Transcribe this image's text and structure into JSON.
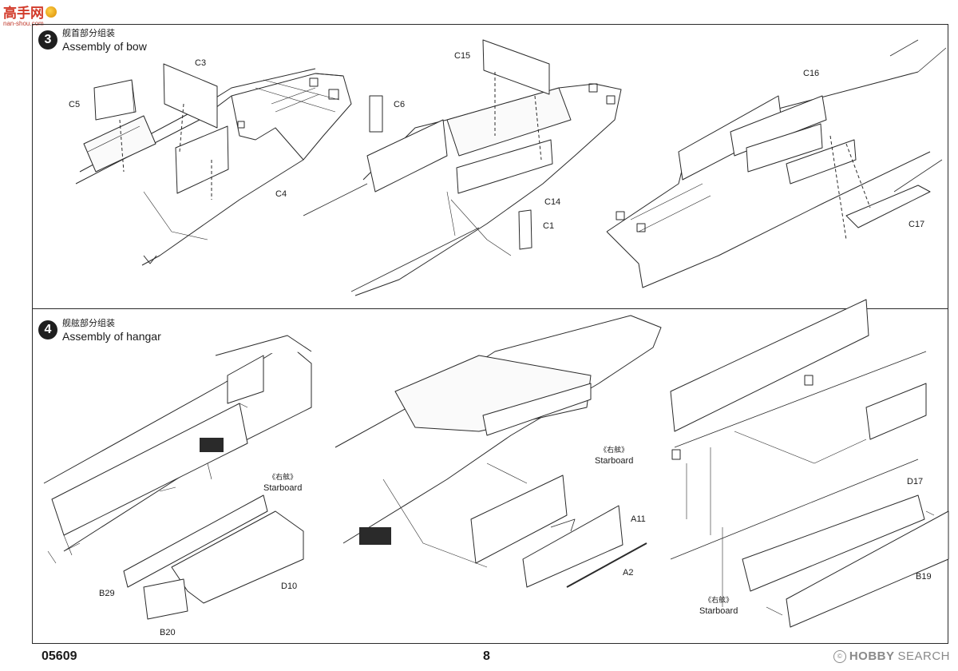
{
  "watermark_top": {
    "logo_text": "高手网",
    "url": "nan-shou.com"
  },
  "step3": {
    "number": "3",
    "title_cn": "舰首部分组装",
    "title_en": "Assembly of bow"
  },
  "step4": {
    "number": "4",
    "title_cn": "舰舷部分组装",
    "title_en": "Assembly of hangar"
  },
  "parts": {
    "c3": "C3",
    "c5": "C5",
    "c4": "C4",
    "c15": "C15",
    "c6": "C6",
    "c14": "C14",
    "c1": "C1",
    "c16": "C16",
    "c17": "C17",
    "b29": "B29",
    "b20": "B20",
    "d10": "D10",
    "a11": "A11",
    "a2": "A2",
    "d17": "D17",
    "b19": "B19"
  },
  "starboard": {
    "cn": "《右舷》",
    "en": "Starboard"
  },
  "footer": {
    "code": "05609",
    "page": "8"
  },
  "watermark_bottom": {
    "brand": "HOBBY",
    "search": "SEARCH"
  },
  "colors": {
    "line": "#2a2a2a",
    "paper": "#ffffff",
    "accent": "#d23a2a"
  }
}
